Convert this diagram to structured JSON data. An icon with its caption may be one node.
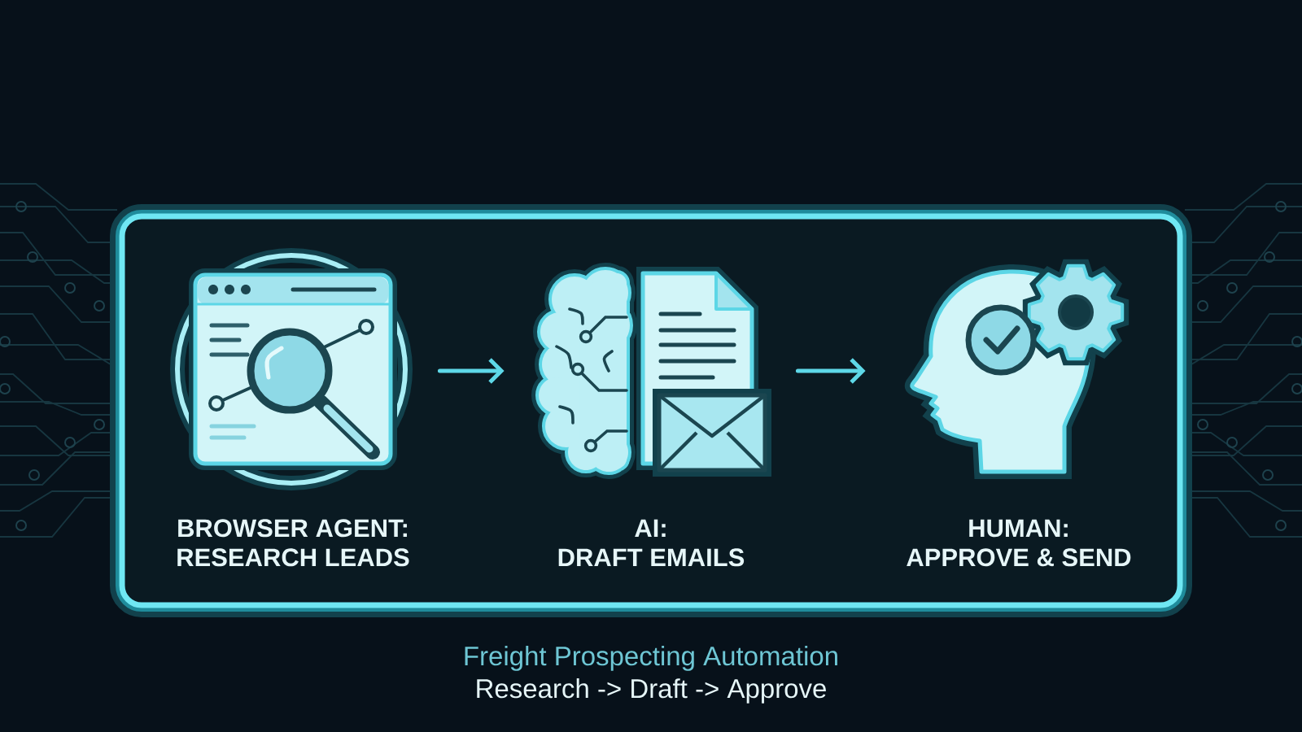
{
  "diagram": {
    "nodes": [
      {
        "text": [],
        "shape": "box"
      },
      {
        "text": [
          "BROWSER AGENT:",
          "RESEARCH LEADS"
        ],
        "in": 0
      },
      {
        "text": [
          "AI:",
          "DRAFT EMAILS"
        ],
        "in": 0
      },
      {
        "text": [
          "HUMAN:",
          "APPROVE & SEND"
        ],
        "in": 0
      }
    ],
    "edges": [
      {
        "from": 1,
        "to": 2,
        "arrow": "to"
      },
      {
        "from": 2,
        "to": 3,
        "arrow": "to"
      }
    ],
    "labels": [
      "Freight Prospecting Automation",
      "Research -> Draft -> Approve"
    ]
  }
}
